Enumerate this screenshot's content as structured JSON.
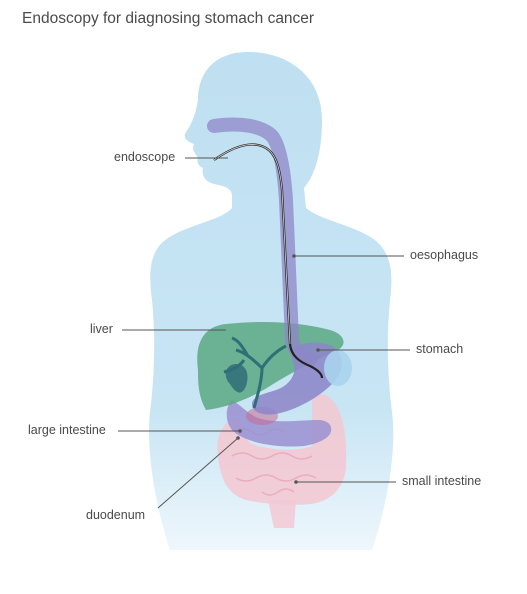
{
  "title": "Endoscopy for diagnosing stomach cancer",
  "labels": {
    "endoscope": "endoscope",
    "oesophagus": "oesophagus",
    "liver": "liver",
    "stomach": "stomach",
    "large_intestine": "large intestine",
    "small_intestine": "small intestine",
    "duodenum": "duodenum"
  },
  "colors": {
    "body": "#bfe0f2",
    "liver": "#5aa882",
    "stomach": "#8d86c8",
    "small_intestine": "#f2c9d3",
    "endoscope": "#222222",
    "leader_lines": "#555555"
  }
}
